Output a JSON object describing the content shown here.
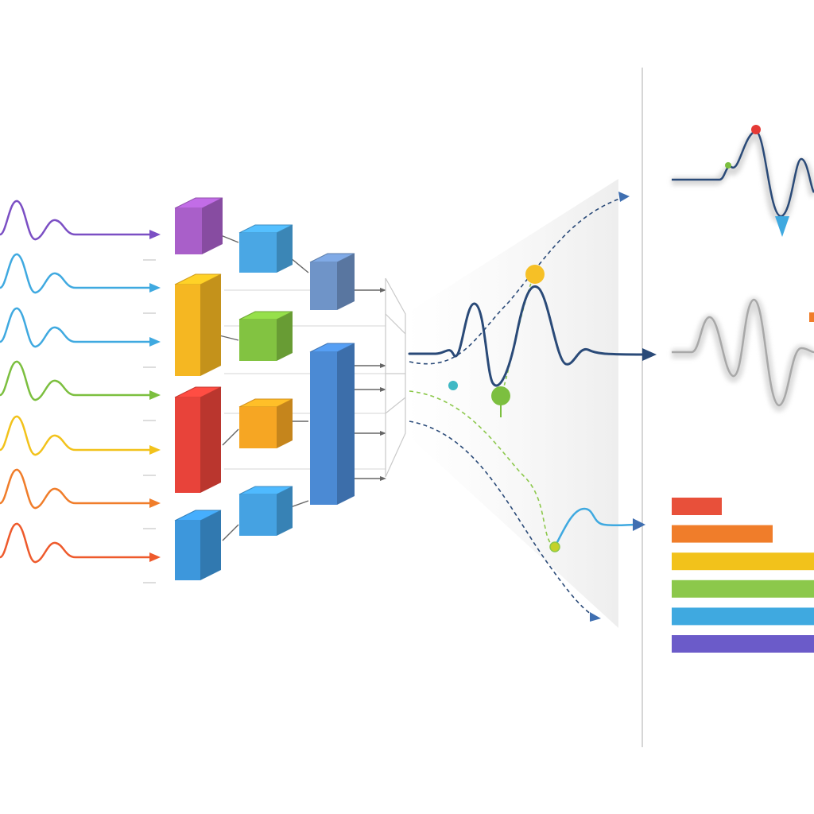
{
  "input_signals": [
    {
      "color": "#7b4fc4"
    },
    {
      "color": "#3fa9e0"
    },
    {
      "color": "#3fa9e0"
    },
    {
      "color": "#7cbf3f"
    },
    {
      "color": "#f2c21b"
    },
    {
      "color": "#f07d2a"
    },
    {
      "color": "#ee5a2c"
    }
  ],
  "layer1_blocks": [
    {
      "color": "#a95fc9"
    },
    {
      "color": "#f5b722"
    },
    {
      "color": "#e8433a"
    },
    {
      "color": "#3d97dc"
    }
  ],
  "layer2_blocks": [
    {
      "color": "#4aa7e4"
    },
    {
      "color": "#82c341"
    },
    {
      "color": "#f6a623"
    },
    {
      "color": "#45a2e2"
    }
  ],
  "layer3_blocks": [
    {
      "color": "#6f94c8"
    },
    {
      "color": "#4b8ad4"
    }
  ],
  "colors": {
    "navy": "#2a4a78",
    "arrow_blue": "#3f6fb1",
    "dashed_green": "#8cc84b",
    "divider": "#d6d6d6",
    "gray_wave": "#a8a8a8",
    "marker_red": "#e53935",
    "marker_green": "#7cbf3f",
    "marker_yellow": "#f6c026",
    "marker_teal": "#3fb8c4",
    "marker_triangle": "#3fa9e0"
  },
  "output_bars": [
    {
      "value": 0.35,
      "color": "#e8503a"
    },
    {
      "value": 0.71,
      "color": "#f07d2a"
    },
    {
      "value": 1.0,
      "color": "#f2c21b"
    },
    {
      "value": 1.0,
      "color": "#8cc84b"
    },
    {
      "value": 1.0,
      "color": "#3fa9e0"
    },
    {
      "value": 1.0,
      "color": "#6b5bc9"
    }
  ]
}
